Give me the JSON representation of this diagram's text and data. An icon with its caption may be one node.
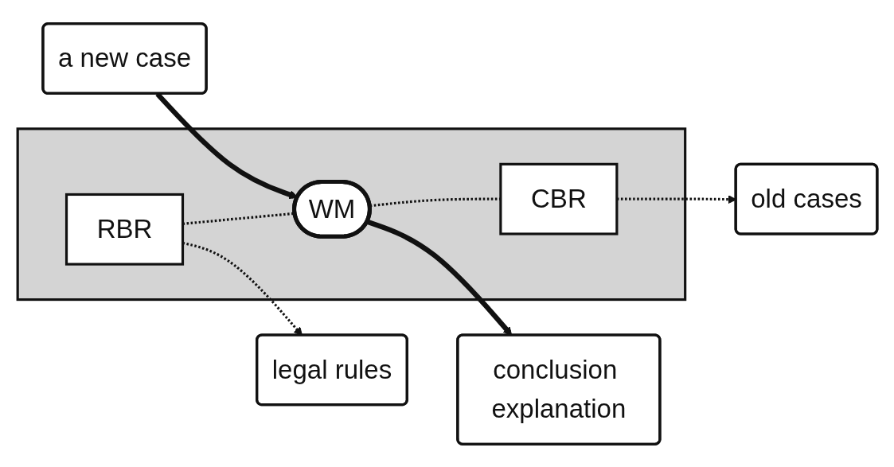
{
  "diagram": {
    "nodes": [
      {
        "text": [
          "legal rules"
        ]
      },
      {
        "text": [
          "a new case"
        ]
      },
      {
        "text": [],
        "shape": "box"
      },
      {
        "text": [
          "RBR"
        ],
        "in": 2
      },
      {
        "text": [
          "WM"
        ],
        "in": 2
      },
      {
        "text": [
          "CBR"
        ],
        "in": 2
      },
      {
        "text": [
          "conclusion explanation"
        ]
      },
      {
        "text": [
          "old cases"
        ]
      }
    ],
    "edges": [
      {
        "from": 3,
        "to": 0,
        "arrow": "to",
        "style": "dashed"
      },
      {
        "from": 1,
        "to": 4,
        "arrow": "to",
        "style": "thick"
      },
      {
        "from": 3,
        "to": 4,
        "arrow": "none",
        "style": "dashed"
      },
      {
        "from": 4,
        "to": 6,
        "arrow": "to",
        "style": "thick"
      },
      {
        "from": 4,
        "to": 5,
        "arrow": "none",
        "style": "dashed"
      },
      {
        "from": 5,
        "to": 7,
        "arrow": "to",
        "style": "dashed"
      }
    ]
  }
}
